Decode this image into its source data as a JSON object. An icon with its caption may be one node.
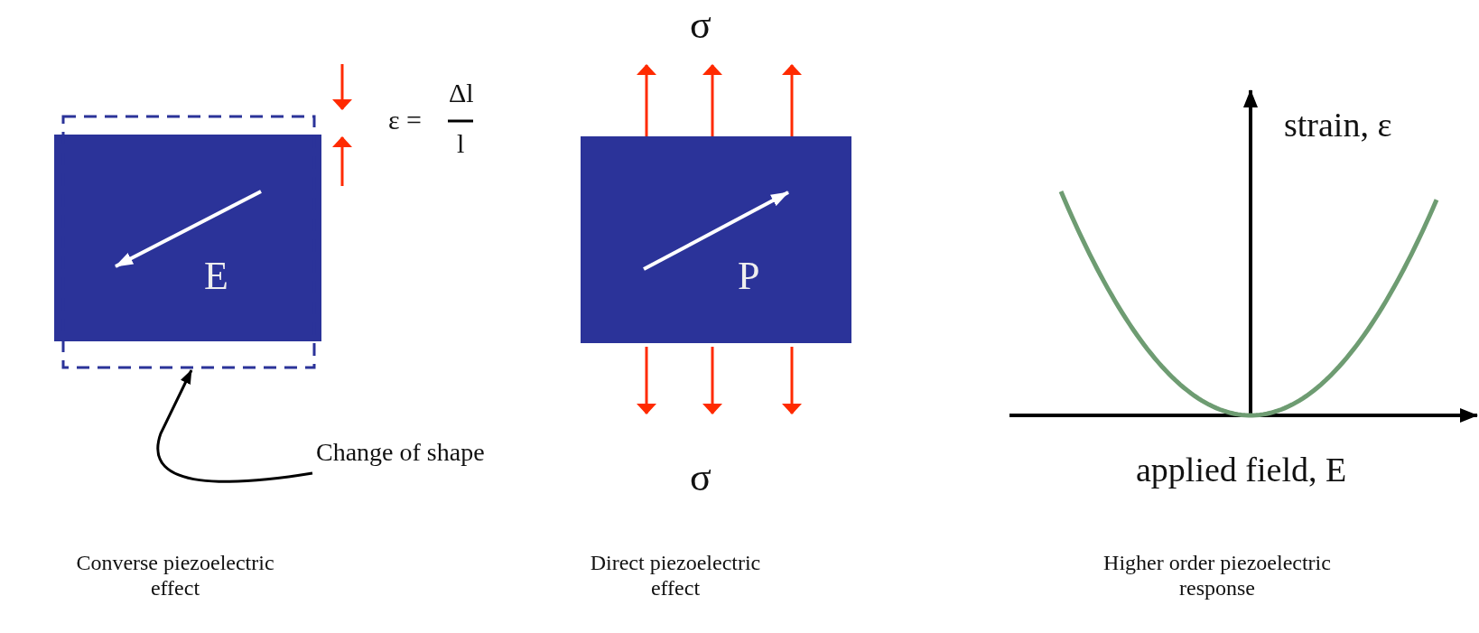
{
  "diagram": {
    "nodes": [
      {
        "text": [
          "E"
        ]
      },
      {
        "text": [],
        "shape": "box"
      },
      {
        "text": [
          "Change of shape"
        ]
      },
      {
        "text": [
          "P"
        ]
      }
    ],
    "edges": [
      {
        "from": 2,
        "to": 1,
        "arrow": "to"
      }
    ],
    "labels": [
      "σ",
      "ε =",
      "Δl",
      "l",
      "strain, ε",
      "σ",
      "applied field, E",
      "Converse piezoelectric effect",
      "Direct piezoelectric effect",
      "Higher order piezoelectric response"
    ]
  }
}
